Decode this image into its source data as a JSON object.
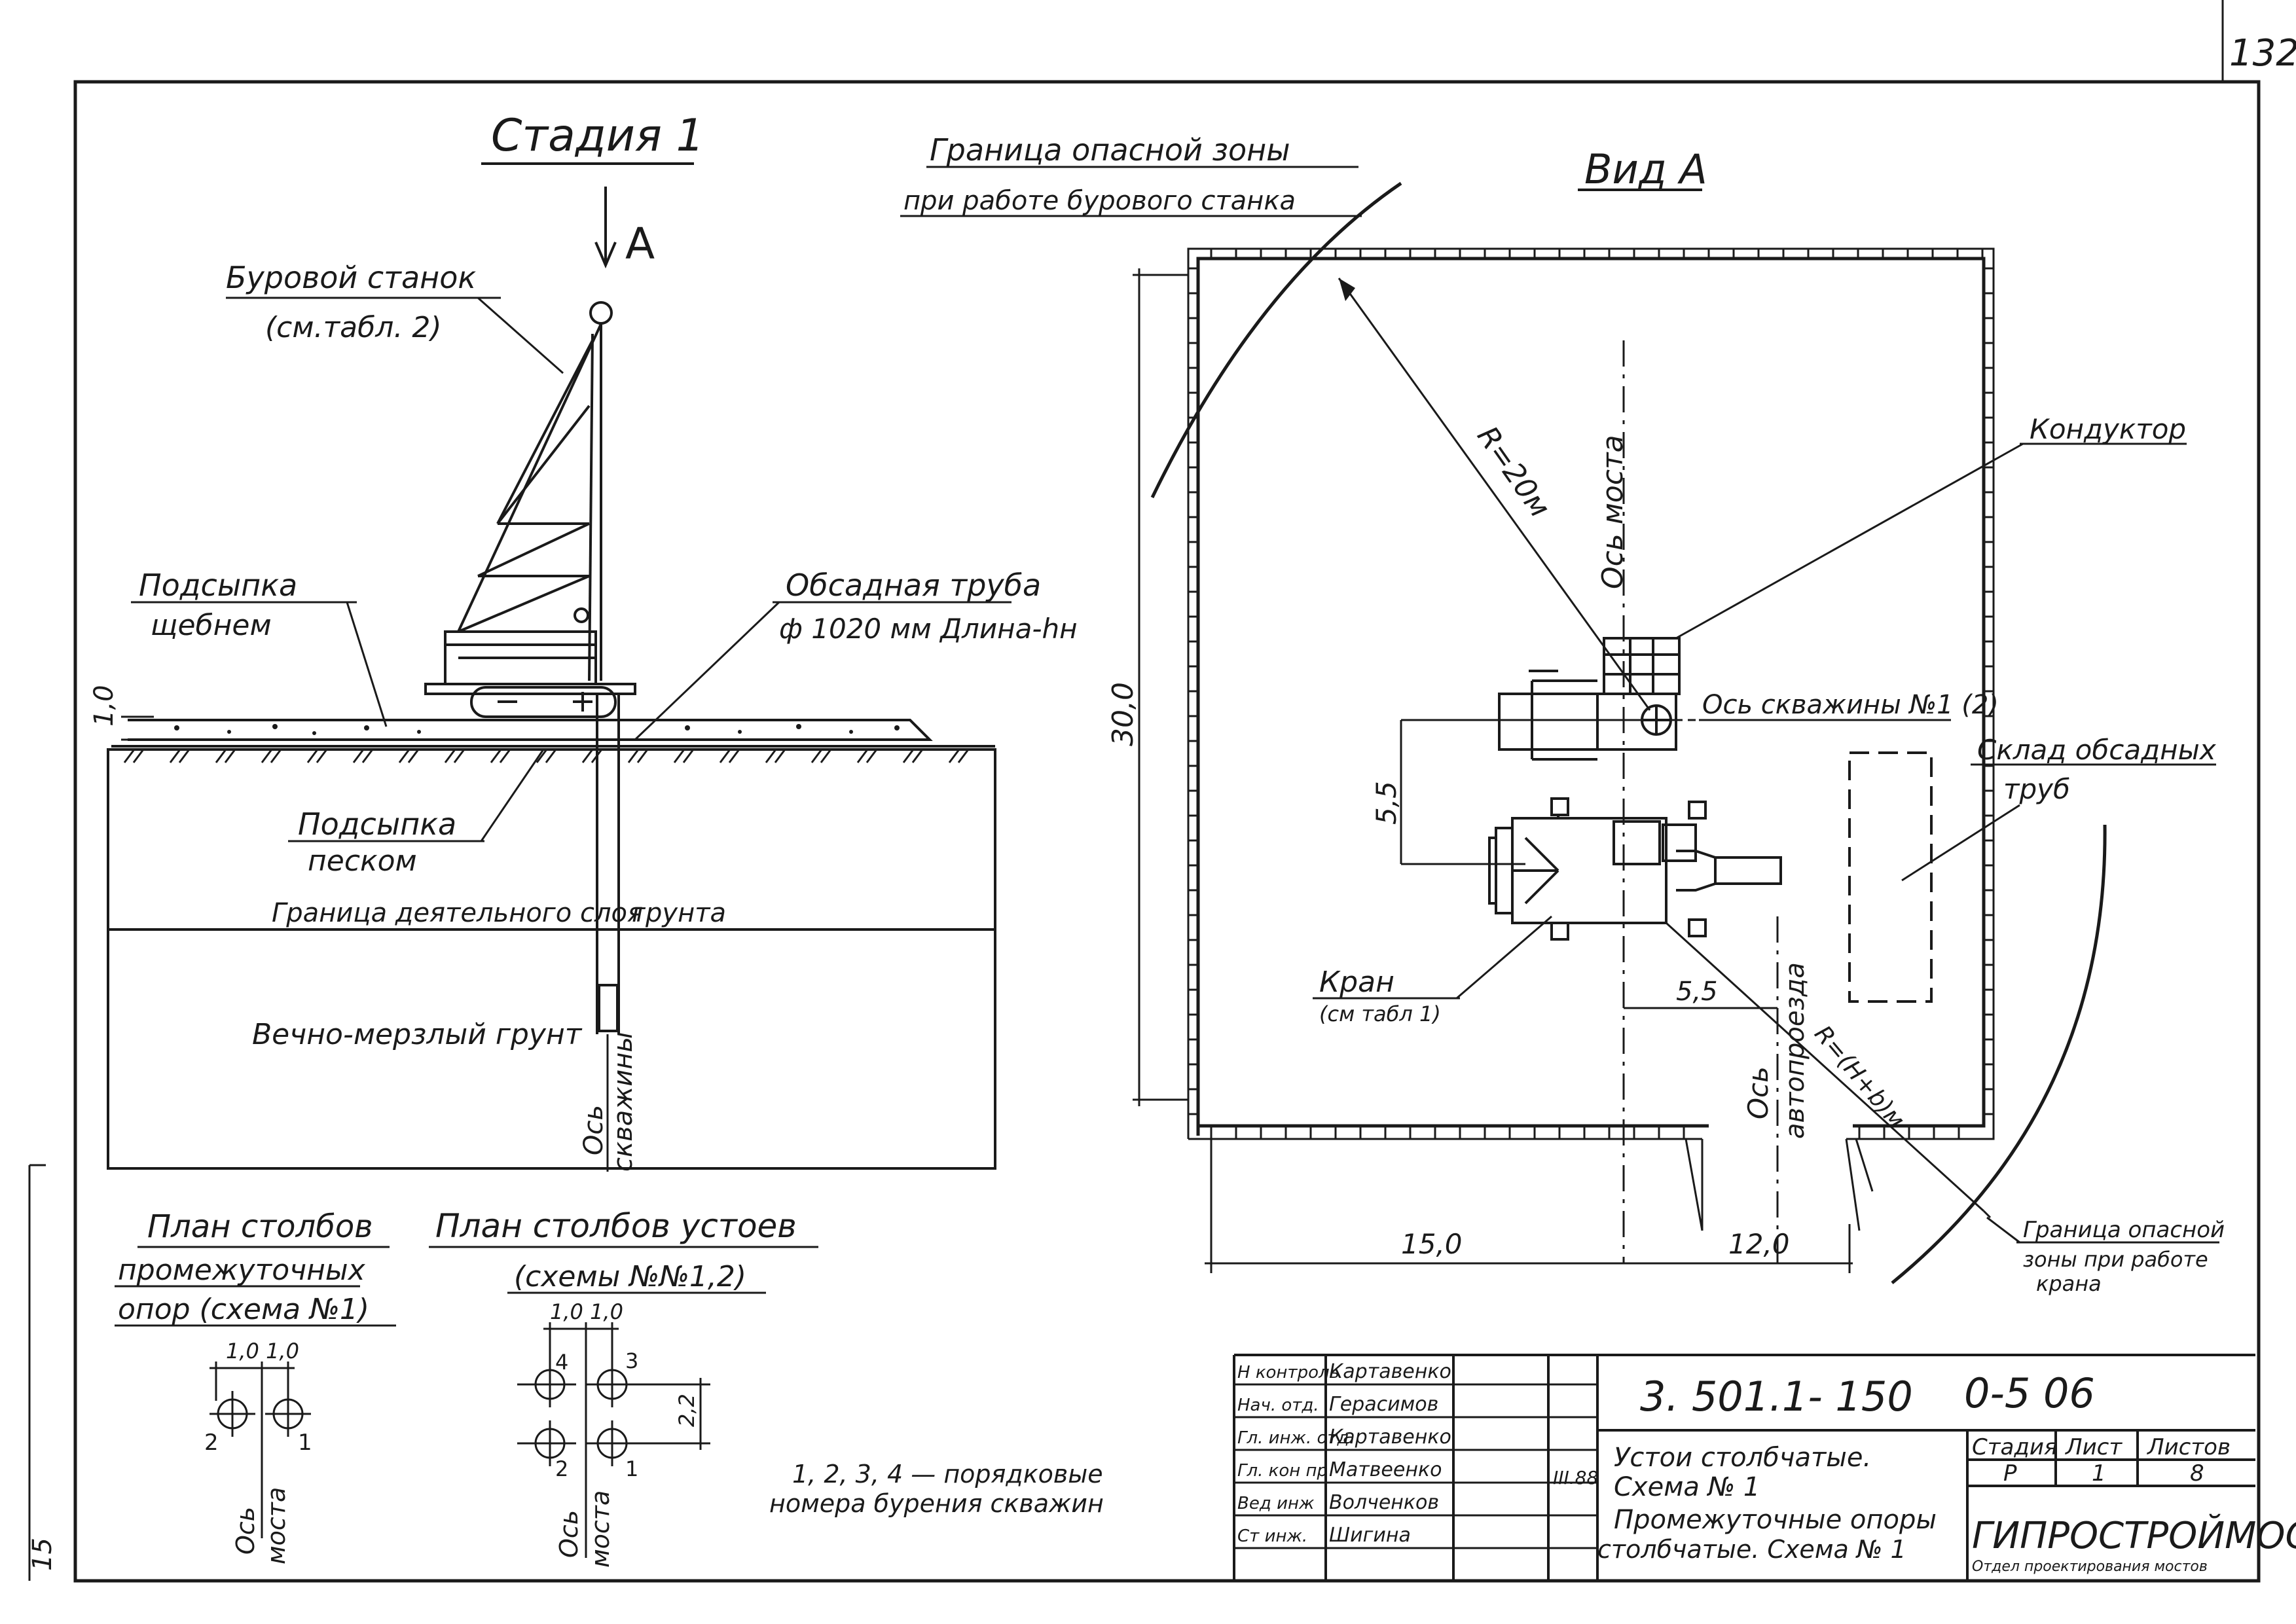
{
  "sheet_number": "132",
  "stage": {
    "title": "Стадия 1",
    "view_arrow_label": "A",
    "drill_rig_label": "Буровой станок",
    "drill_rig_ref": "(см.табл. 2)",
    "fill_crushed_stone_1": "Подсыпка",
    "fill_crushed_stone_2": "щебнем",
    "casing_pipe_label": "Обсадная труба",
    "casing_pipe_spec": "ф 1020 мм  Длина-hн",
    "fill_thickness": "1,0",
    "fill_sand_1": "Подсыпка",
    "fill_sand_2": "песком",
    "active_layer_boundary": "Граница деятельного слоя",
    "active_layer_boundary_2": "грунта",
    "permafrost": "Вечно-мерзлый грунт",
    "well_axis_1": "Ось",
    "well_axis_2": "скважины"
  },
  "view_a": {
    "title": "Вид А",
    "danger_zone_drill_1": "Граница   опасной  зоны",
    "danger_zone_drill_2": "при работе бурового станка",
    "radius_label": "R=20м",
    "bridge_axis": "Ось моста",
    "conductor_label": "Кондуктор",
    "well_axis_label": "Ось скважины №1 (2)",
    "dim_30": "30,0",
    "dim_5_5_v": "5,5",
    "dim_5_5_h": "5,5",
    "casing_storage_1": "Склад обсадных",
    "casing_storage_2": "труб",
    "crane_label": "Кран",
    "crane_ref": "(см табл 1)",
    "driveway_axis_1": "Ось",
    "driveway_axis_2": "автопроезда",
    "radius_crane": "R=(H+b)м",
    "dim_15": "15,0",
    "dim_12": "12,0",
    "danger_zone_crane_1": "Граница опасной",
    "danger_zone_crane_2": "зоны при работе",
    "danger_zone_crane_3": "крана"
  },
  "plans": {
    "intermediate_1": "План столбов",
    "intermediate_2": "промежуточных",
    "intermediate_3": "опор (схема №1)",
    "intermediate_dims": "1,0 1,0",
    "abutment_1": "План столбов устоев",
    "abutment_2": "(схемы №№1,2)",
    "abutment_dims": "1,0 1,0",
    "abutment_dim_v": "2,2",
    "bridge_axis_1": "Ось",
    "bridge_axis_2": "моста",
    "n1": "1",
    "n2": "2",
    "n3": "3",
    "n4": "4",
    "note_1": "1, 2, 3, 4 — порядковые",
    "note_2": "номера бурения скважин"
  },
  "title_block": {
    "code": "3. 501.1- 150",
    "sheet_code": "0-5  06",
    "roles": [
      "Н контроль",
      "Нач. отд.",
      "Гл. инж. отд.",
      "Гл. кон пр",
      "Вед инж",
      "Ст инж."
    ],
    "names": [
      "Картавенко",
      "Герасимов",
      "Картавенко",
      "Матвеенко",
      "Волченков",
      "Шигина"
    ],
    "date": "III.88",
    "desc_1": "Устои столбчатые.",
    "desc_2": "Схема № 1",
    "desc_3": "Промежуточные опоры",
    "desc_4": "столбчатые. Схема № 1",
    "stage_header": "Стадия",
    "sheet_header": "Лист",
    "sheets_header": "Листов",
    "stage_value": "Р",
    "sheet_value": "1",
    "sheets_value": "8",
    "org_name": "ГИПРОСТРОЙМОСТ",
    "org_dept": "Отдел проектирования мостов"
  },
  "margin": {
    "stamp_text": "15"
  }
}
